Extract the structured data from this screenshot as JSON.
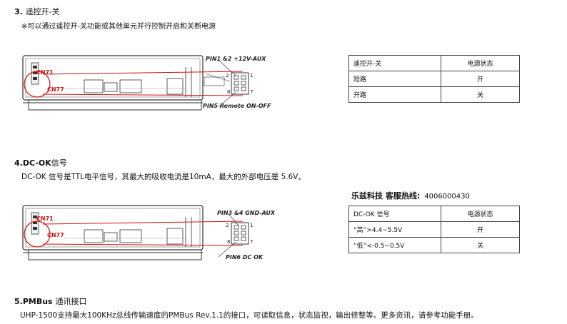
{
  "section3": {
    "title_num": "3.",
    "title_text": "遥控开-关",
    "note": "※可以通过遥控开-关功能或其他单元并行控制开启和关断电源",
    "diagram": {
      "label_top": "PIN1 &2 +12V-AUX",
      "label_bottom": "PIN5 Remote ON-OFF",
      "cn71": "CN71",
      "cn77": "CN77",
      "pin2": "2",
      "pin1": "1",
      "pin8": "8",
      "pin7": "7"
    },
    "table": {
      "headers": [
        "遥控开-关",
        "电源状态"
      ],
      "rows": [
        [
          "短路",
          "开"
        ],
        [
          "开路",
          "关"
        ]
      ]
    }
  },
  "section4": {
    "title_num": "4.DC-OK",
    "title_text": "信号",
    "body": "DC-OK 信号是TTL电平信号，其最大的吸收电流是10mA，最大的外部电压是 5.6V。",
    "hotline_label": "乐兹科技 客服热线:",
    "hotline_number": "4006000430",
    "diagram": {
      "label_top": "PIN3 &4 GND-AUX",
      "label_bottom": "PIN6 DC OK",
      "cn71": "CN71",
      "cn77": "CN77",
      "pin2": "2",
      "pin1": "1",
      "pin8": "8",
      "pin7": "7"
    },
    "table": {
      "headers": [
        "DC-OK 信号",
        "电源状态"
      ],
      "rows": [
        [
          "“高”>4.4~5.5V",
          "开"
        ],
        [
          "“低”<-0.5~0.5V",
          "关"
        ]
      ]
    }
  },
  "section5": {
    "title_num": "5.PMBus",
    "title_text": "通讯接口",
    "body": "UHP-1500支持最大100KHz总线传输速度的PMBus Rev.1.1的接口，可读取信息，状态监视，输出修整等。更多资讯，请参考功能手册。"
  },
  "colors": {
    "highlight_red": "#d01010",
    "line": "#333333"
  }
}
